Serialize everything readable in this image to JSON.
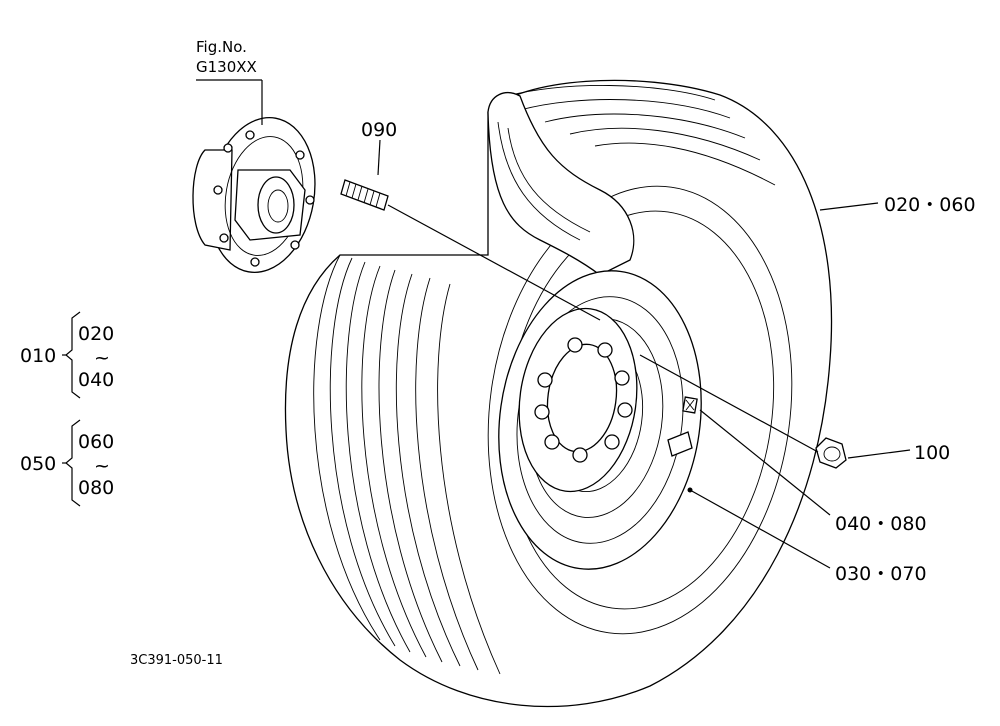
{
  "figure": {
    "fig_no_label": "Fig.No.",
    "fig_no_value": "G130XX",
    "drawing_code": "3C391-050-11"
  },
  "callouts": {
    "c090": "090",
    "c020_060": "020・060",
    "c100": "100",
    "c040_080": "040・080",
    "c030_070": "030・070"
  },
  "groups": [
    {
      "parent": "010",
      "top": "020",
      "tilde": "~",
      "bottom": "040"
    },
    {
      "parent": "050",
      "top": "060",
      "tilde": "~",
      "bottom": "080"
    }
  ]
}
